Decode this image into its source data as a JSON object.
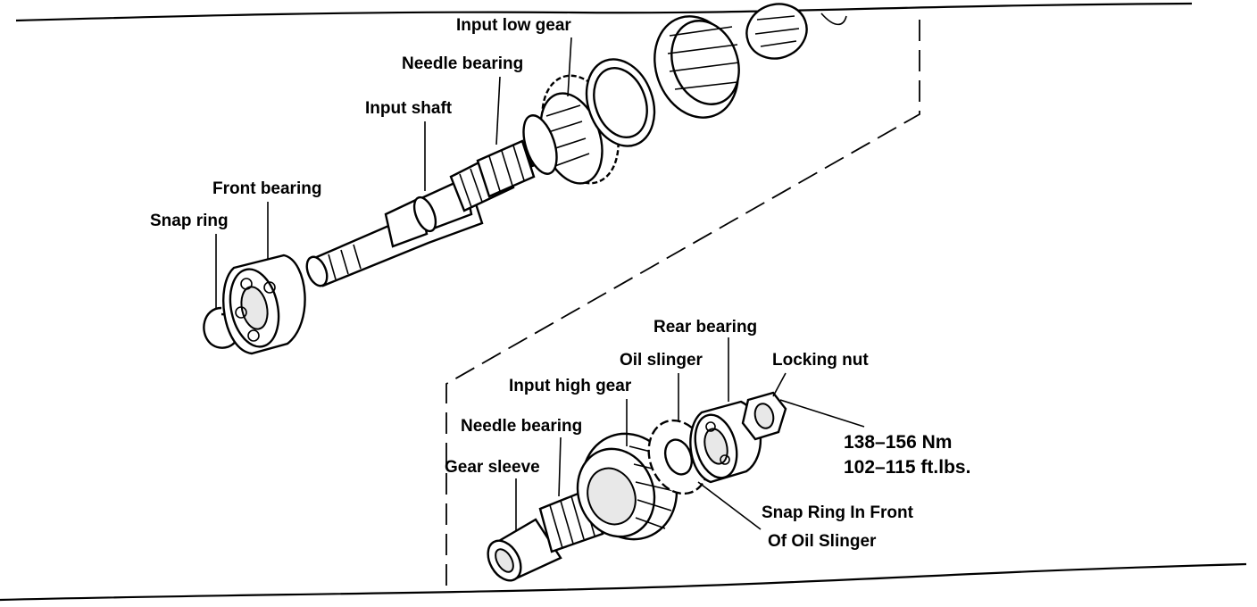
{
  "labels": {
    "input_low_gear": "Input low gear",
    "needle_bearing_top": "Needle bearing",
    "input_shaft": "Input shaft",
    "front_bearing": "Front bearing",
    "snap_ring": "Snap ring",
    "rear_bearing": "Rear bearing",
    "oil_slinger": "Oil slinger",
    "locking_nut": "Locking nut",
    "input_high_gear": "Input high gear",
    "needle_bearing_bottom": "Needle bearing",
    "gear_sleeve": "Gear sleeve",
    "snap_ring_front_line1": "Snap Ring In Front",
    "snap_ring_front_line2": "Of Oil Slinger"
  },
  "torque": {
    "metric": "138–156 Nm",
    "imperial": "102–115 ft.lbs."
  }
}
